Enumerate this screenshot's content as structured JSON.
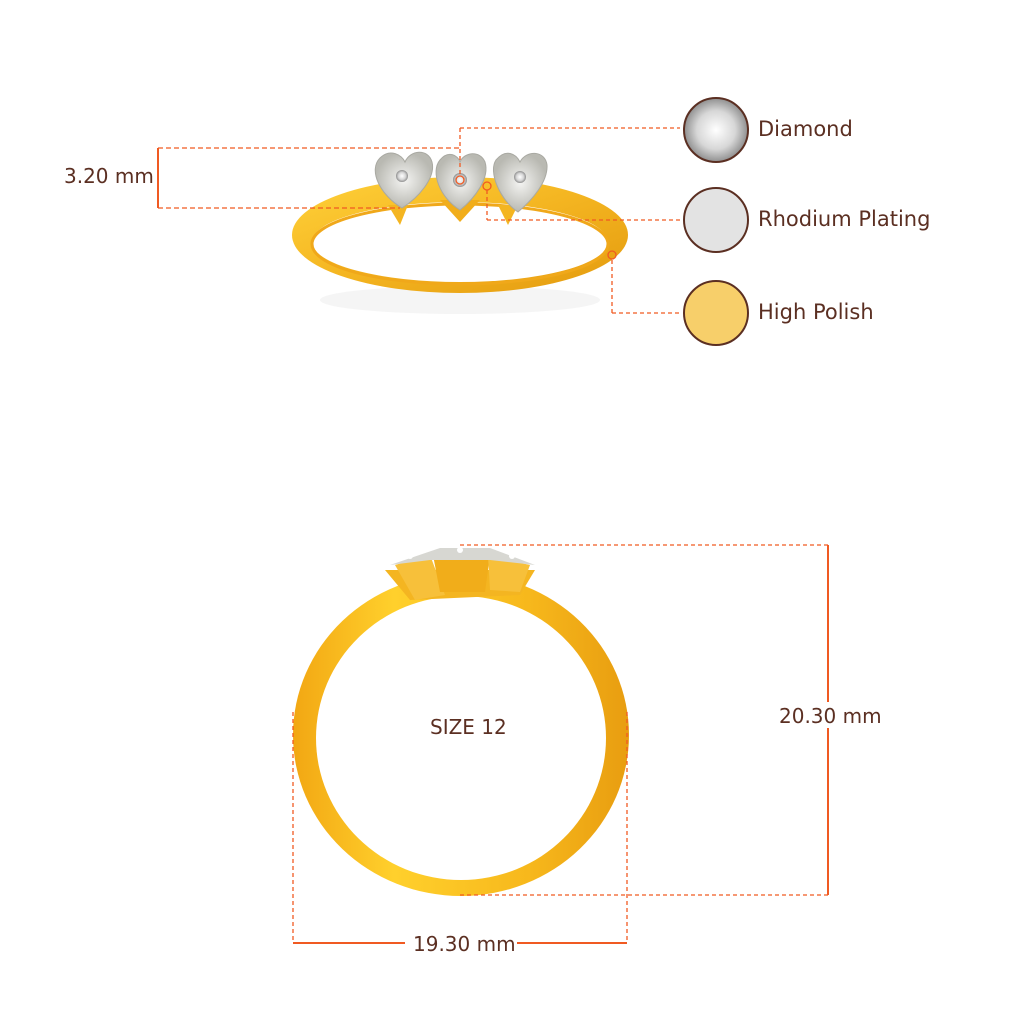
{
  "dimensions": {
    "height_label": "3.20 mm",
    "ring_height_label": "20.30 mm",
    "ring_width_label": "19.30 mm",
    "size_label": "SIZE 12"
  },
  "legend": [
    {
      "label": "Diamond",
      "swatch": "#e8e8e8"
    },
    {
      "label": "Rhodium Plating",
      "swatch": "#e3e3e3"
    },
    {
      "label": "High Polish",
      "swatch": "#f7cf6a"
    }
  ],
  "colors": {
    "accent": "#f05a22",
    "text": "#5b2f22",
    "gold": "#f4b521",
    "gold_dark": "#e39a0e",
    "silver": "#dcdcd6"
  }
}
